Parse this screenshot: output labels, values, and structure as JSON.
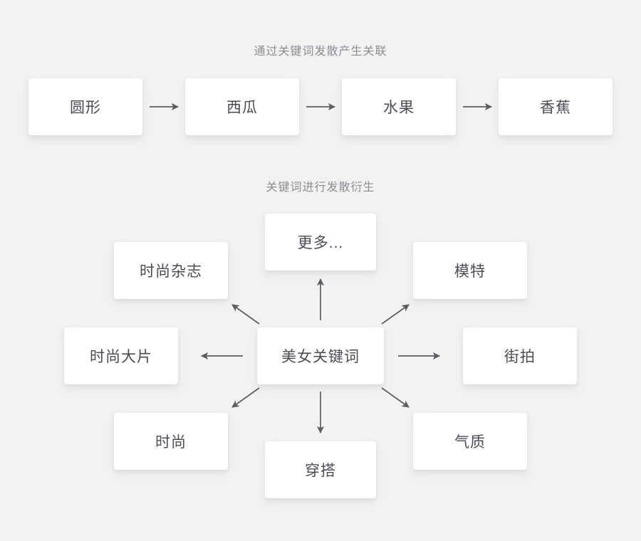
{
  "page": {
    "background_color": "#f2f2f3",
    "box_color": "#ffffff",
    "text_color": "#4a4d55",
    "caption_color": "#8a8d93",
    "arrow_color": "#5a5d63"
  },
  "sections": {
    "chain": {
      "caption": "通过关键词发散产生关联",
      "nodes": [
        {
          "label": "圆形"
        },
        {
          "label": "西瓜"
        },
        {
          "label": "水果"
        },
        {
          "label": "香蕉"
        }
      ],
      "connectors": [
        {
          "icon": "arrow-right-icon",
          "glyph": "→"
        },
        {
          "icon": "arrow-right-icon",
          "glyph": "→"
        },
        {
          "icon": "arrow-right-icon",
          "glyph": "→"
        }
      ]
    },
    "radial": {
      "caption": "关键词进行发散衍生",
      "center": {
        "label": "美女关键词"
      },
      "nodes": [
        {
          "label": "更多...",
          "position": "top"
        },
        {
          "label": "时尚杂志",
          "position": "top-left"
        },
        {
          "label": "模特",
          "position": "top-right"
        },
        {
          "label": "时尚大片",
          "position": "left"
        },
        {
          "label": "街拍",
          "position": "right"
        },
        {
          "label": "时尚",
          "position": "bottom-left"
        },
        {
          "label": "穿搭",
          "position": "bottom"
        },
        {
          "label": "气质",
          "position": "bottom-right"
        }
      ],
      "connectors": [
        {
          "icon": "arrow-up-icon",
          "direction": "up"
        },
        {
          "icon": "arrow-up-left-icon",
          "direction": "up-left"
        },
        {
          "icon": "arrow-up-right-icon",
          "direction": "up-right"
        },
        {
          "icon": "arrow-left-icon",
          "direction": "left"
        },
        {
          "icon": "arrow-right-icon",
          "direction": "right"
        },
        {
          "icon": "arrow-down-left-icon",
          "direction": "down-left"
        },
        {
          "icon": "arrow-down-icon",
          "direction": "down"
        },
        {
          "icon": "arrow-down-right-icon",
          "direction": "down-right"
        }
      ]
    }
  }
}
